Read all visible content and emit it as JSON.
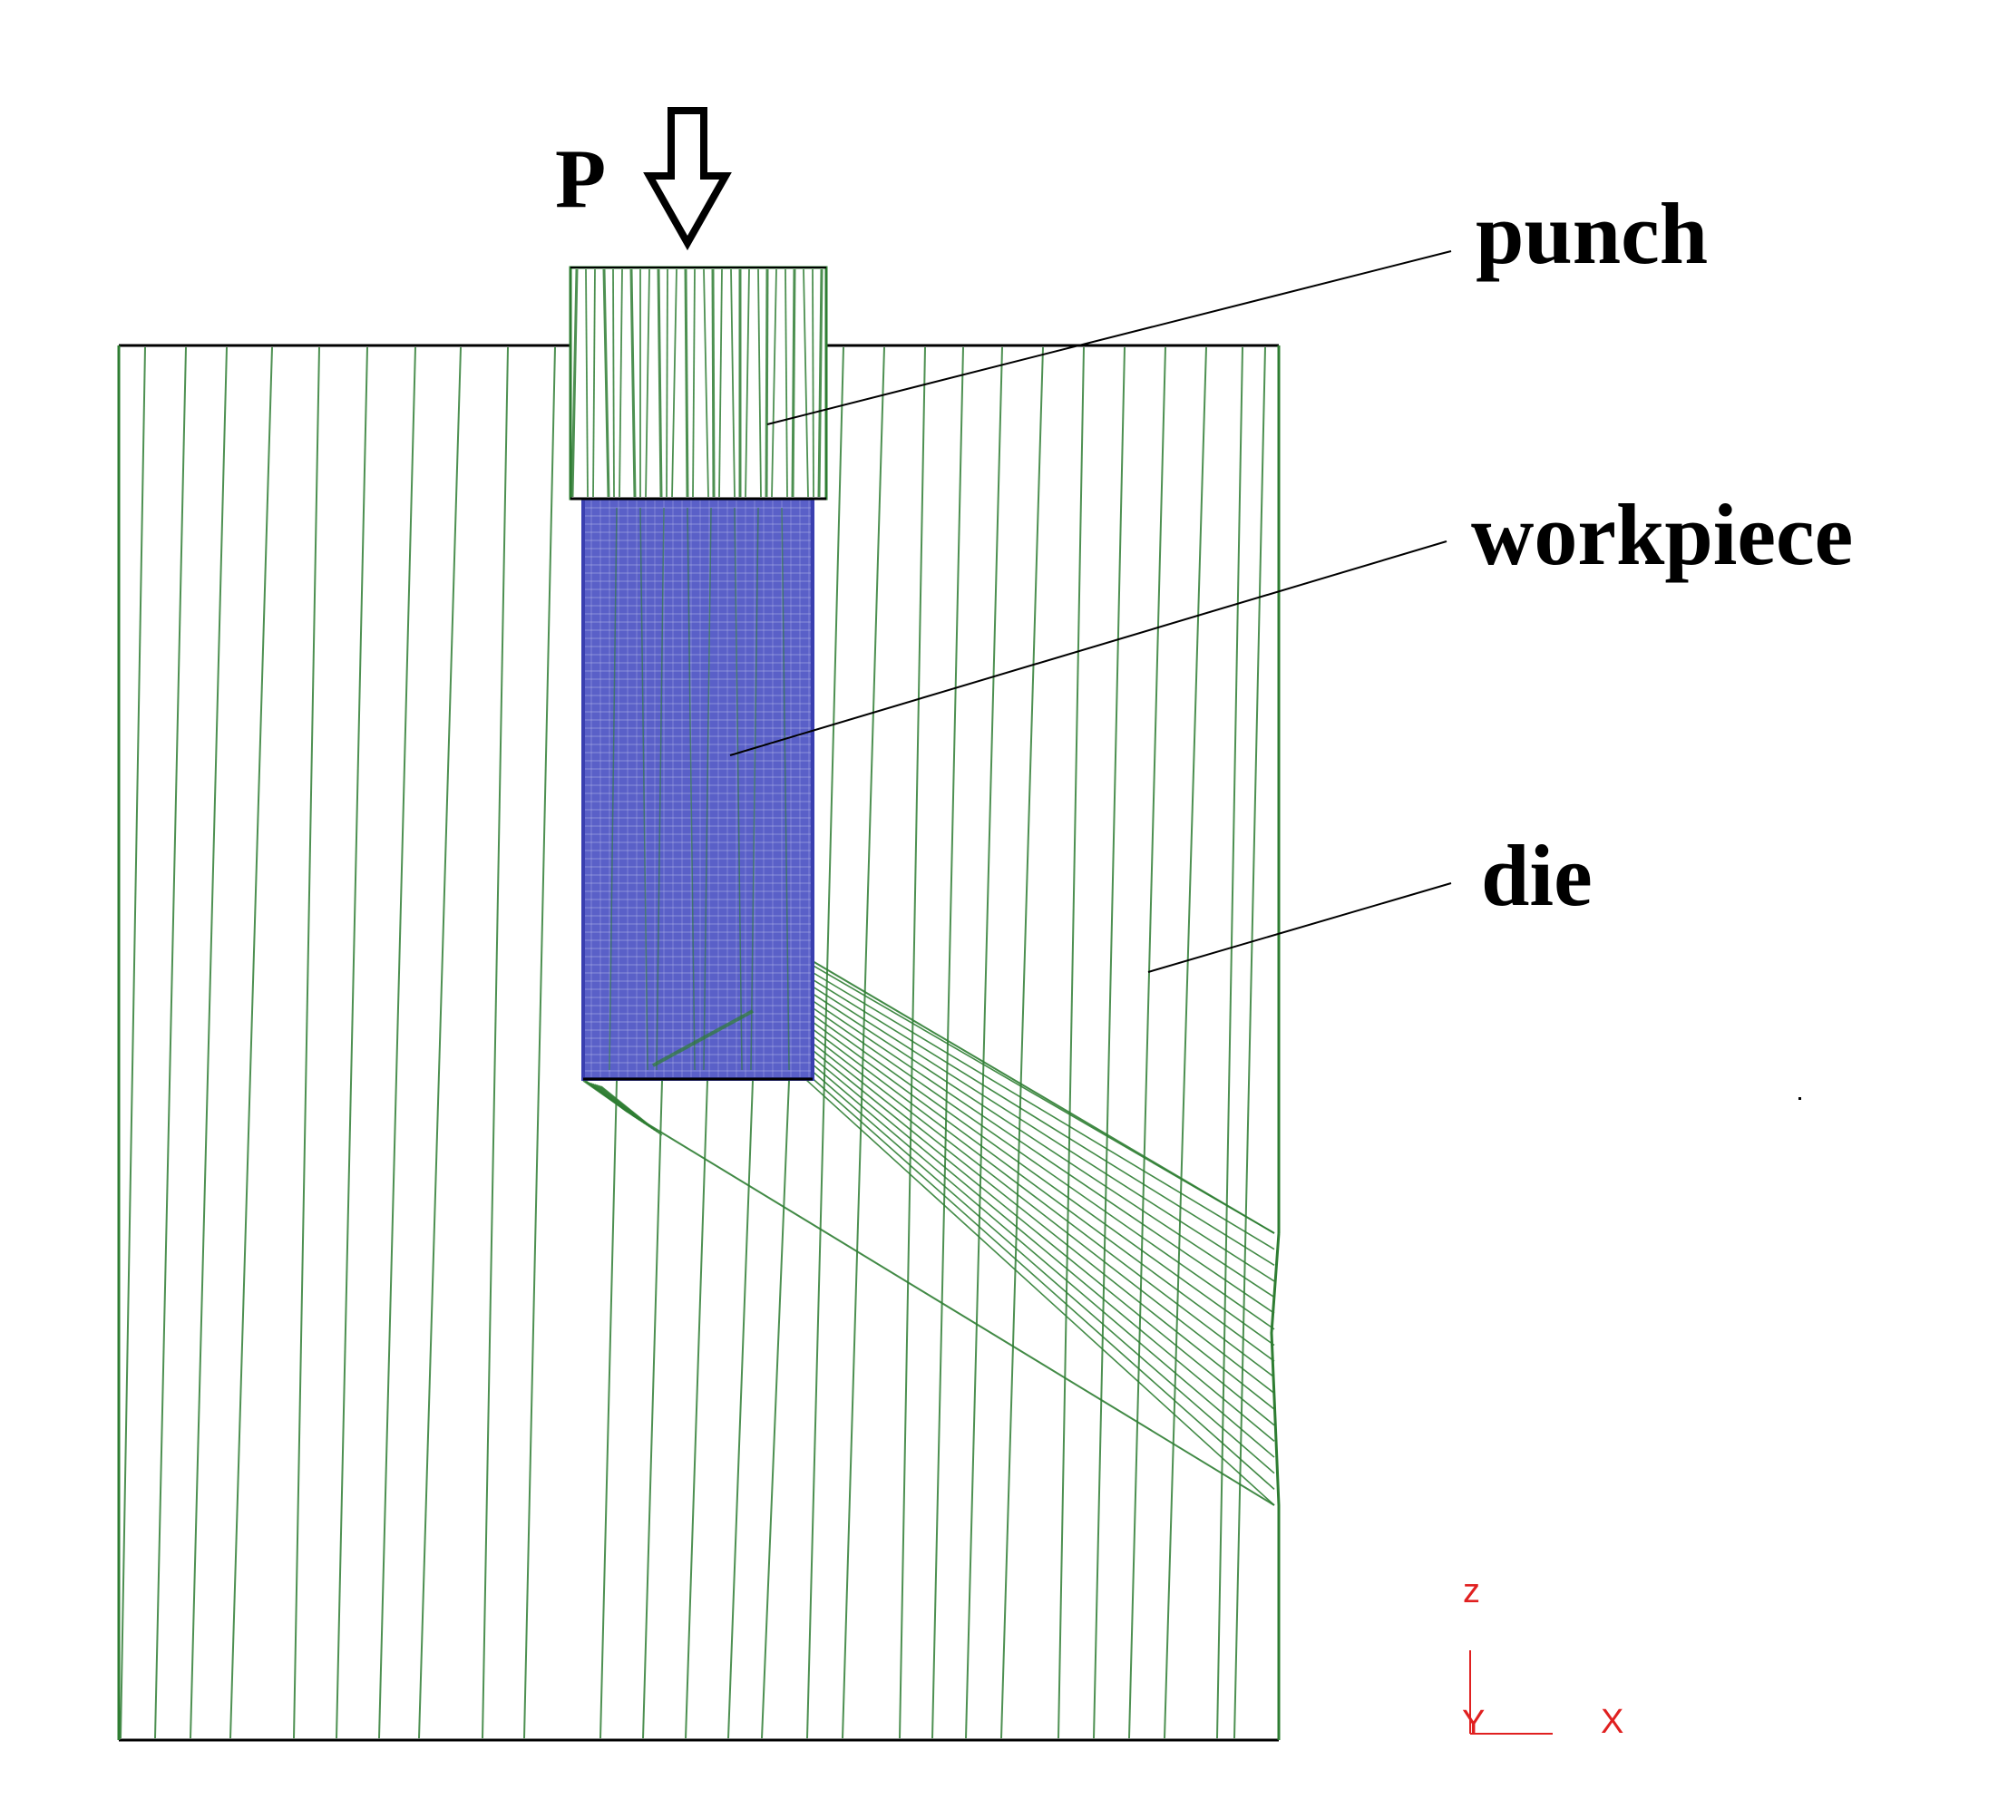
{
  "figure": {
    "load_label": "P",
    "callouts": {
      "punch": "punch",
      "workpiece": "workpiece",
      "die": "die"
    },
    "axes": {
      "z": "z",
      "y": "Y",
      "x": "X"
    }
  },
  "colors": {
    "die_mesh": "#2e7d32",
    "punch_mesh": "#2e7d32",
    "workpiece_mesh": "#3a3fb0",
    "workpiece_fill": "#5a60c8",
    "outline": "#000000",
    "triad": "#e02020",
    "background": "#ffffff"
  }
}
